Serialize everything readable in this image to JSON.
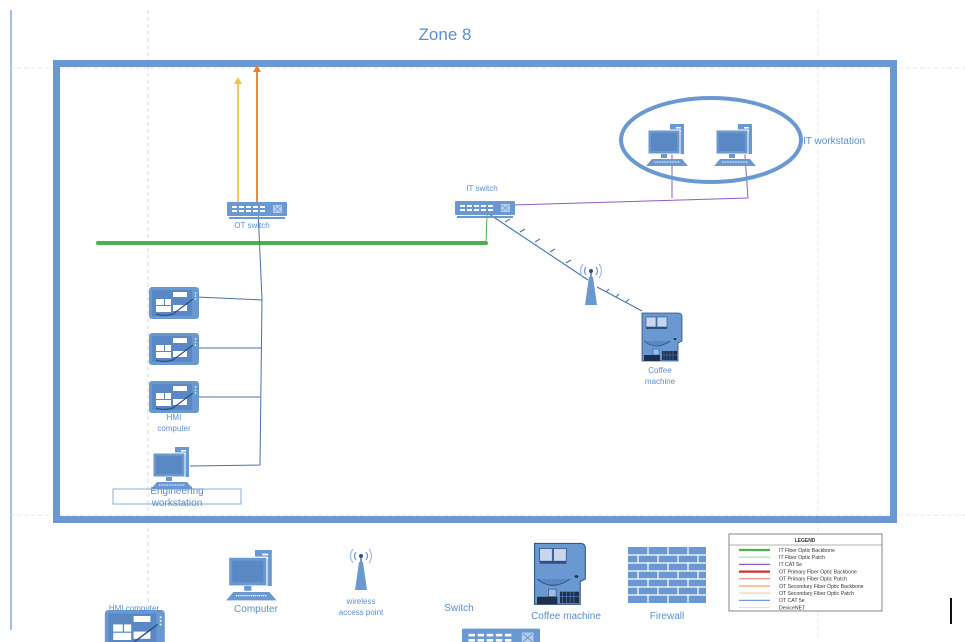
{
  "zone": {
    "title": "Zone 8"
  },
  "devices": {
    "ot_switch": {
      "label": "OT switch"
    },
    "it_switch": {
      "label": "IT switch"
    },
    "it_workstation": {
      "label": "IT workstation"
    },
    "coffee_machine": {
      "label_line1": "Coffee",
      "label_line2": "machine"
    },
    "hmi_computer": {
      "label_line1": "HMI",
      "label_line2": "computer"
    },
    "engineering_workstation": {
      "label_line1": "Engineering",
      "label_line2": "workstation"
    }
  },
  "key": {
    "hmi_computer": "HMI computer",
    "computer": "Computer",
    "wireless_line1": "wireless",
    "wireless_line2": "access point",
    "switch": "Switch",
    "coffee_machine": "Coffee machine",
    "firewall": "Firewall"
  },
  "legend": {
    "title": "LEGEND",
    "items": [
      {
        "label": "IT Fiber Optic Backbone",
        "color": "#4caf50"
      },
      {
        "label": "IT Fiber Optic Patch",
        "color": "#8fd18f"
      },
      {
        "label": "IT CAT 5e",
        "color": "#8e5cc4"
      },
      {
        "label": "OT Primary Fiber Optic Backbone",
        "color": "#d32f2f"
      },
      {
        "label": "OT Primary Fiber Optic Patch",
        "color": "#e57373"
      },
      {
        "label": "OT Secondary Fiber Optic Backbone",
        "color": "#f4b183"
      },
      {
        "label": "OT Secondary Fiber Optic Patch",
        "color": "#f8d9c4"
      },
      {
        "label": "OT CAT 5e",
        "color": "#6d9eeb"
      },
      {
        "label": "DeviceNET",
        "color": "#c5d5f0"
      }
    ]
  },
  "colors": {
    "frame": "#6a98d0",
    "icon": "#6a98d0",
    "label": "#5b8ed0",
    "backbone_green": "#4caf50",
    "uplink_yellow": "#f5c342",
    "uplink_orange": "#ed7d31",
    "it_cat": "#8e5cc4",
    "ot_cat": "#4a6fb0"
  }
}
